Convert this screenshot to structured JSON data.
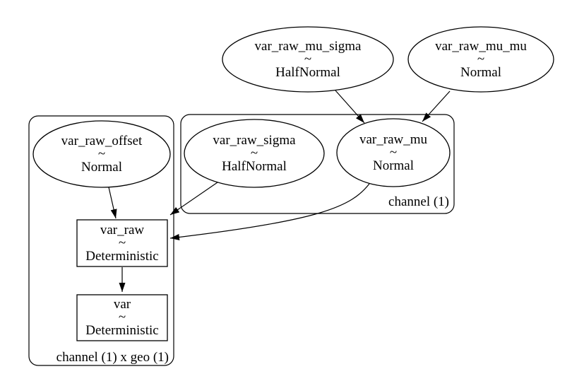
{
  "colors": {
    "background": "#ffffff",
    "stroke": "#000000",
    "text": "#000000"
  },
  "diagram": {
    "kind": "probabilistic-model-graph",
    "plates": [
      {
        "label": "channel (1)"
      },
      {
        "label": "channel (1) x geo (1)"
      }
    ],
    "nodes": [
      {
        "name": "var_raw_mu_sigma",
        "relation": "~",
        "distribution": "HalfNormal",
        "shape": "ellipse"
      },
      {
        "name": "var_raw_mu_mu",
        "relation": "~",
        "distribution": "Normal",
        "shape": "ellipse"
      },
      {
        "name": "var_raw_offset",
        "relation": "~",
        "distribution": "Normal",
        "shape": "ellipse",
        "plate": "channel (1) x geo (1)"
      },
      {
        "name": "var_raw_sigma",
        "relation": "~",
        "distribution": "HalfNormal",
        "shape": "ellipse",
        "plate": "channel (1)"
      },
      {
        "name": "var_raw_mu",
        "relation": "~",
        "distribution": "Normal",
        "shape": "ellipse",
        "plate": "channel (1)"
      },
      {
        "name": "var_raw",
        "relation": "~",
        "distribution": "Deterministic",
        "shape": "box",
        "plate": "channel (1) x geo (1)"
      },
      {
        "name": "var",
        "relation": "~",
        "distribution": "Deterministic",
        "shape": "box",
        "plate": "channel (1) x geo (1)"
      }
    ],
    "edges": [
      {
        "from": "var_raw_mu_sigma",
        "to": "var_raw_mu"
      },
      {
        "from": "var_raw_mu_mu",
        "to": "var_raw_mu"
      },
      {
        "from": "var_raw_offset",
        "to": "var_raw"
      },
      {
        "from": "var_raw_sigma",
        "to": "var_raw"
      },
      {
        "from": "var_raw_mu",
        "to": "var_raw"
      },
      {
        "from": "var_raw",
        "to": "var"
      }
    ]
  }
}
